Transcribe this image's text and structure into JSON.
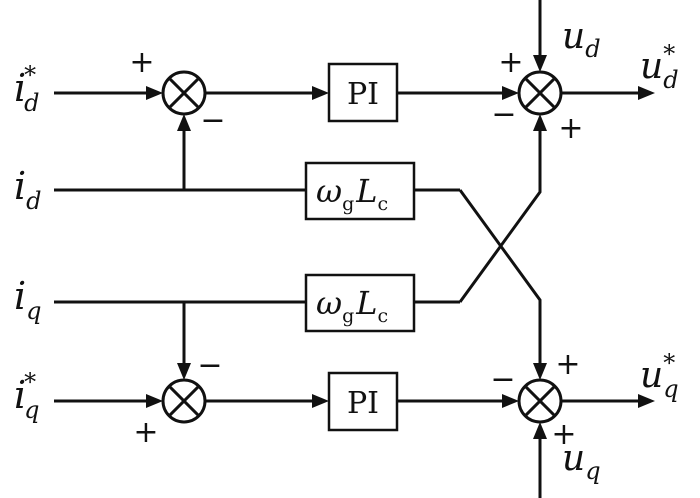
{
  "diagram": {
    "inputs": {
      "id_ref": {
        "main": "i",
        "sub": "d",
        "sup": "*"
      },
      "id": {
        "main": "i",
        "sub": "d"
      },
      "iq": {
        "main": "i",
        "sub": "q"
      },
      "iq_ref": {
        "main": "i",
        "sub": "q",
        "sup": "*"
      }
    },
    "feedforward": {
      "ud": {
        "main": "u",
        "sub": "d"
      },
      "uq": {
        "main": "u",
        "sub": "q"
      }
    },
    "outputs": {
      "ud_ref": {
        "main": "u",
        "sub": "d",
        "sup": "*"
      },
      "uq_ref": {
        "main": "u",
        "sub": "q",
        "sup": "*"
      }
    },
    "blocks": {
      "pi_top": "PI",
      "pi_bottom": "PI",
      "coupling_top": {
        "omega": "ω",
        "omega_sub": "g",
        "L": "L",
        "L_sub": "c"
      },
      "coupling_bottom": {
        "omega": "ω",
        "omega_sub": "g",
        "L": "L",
        "L_sub": "c"
      }
    },
    "signs": {
      "plus": "+",
      "minus": "−"
    }
  }
}
